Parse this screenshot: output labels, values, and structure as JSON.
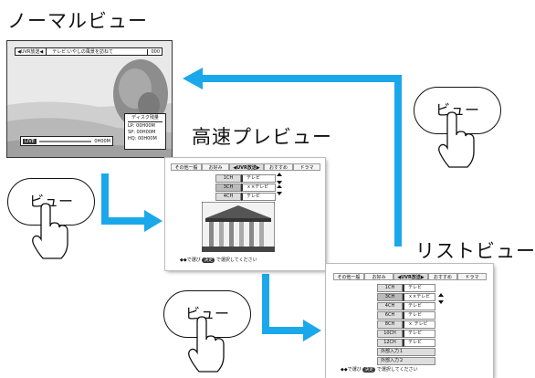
{
  "titles": {
    "normal": "ノーマルビュー",
    "fast": "高速プレビュー",
    "list": "リストビュー"
  },
  "button_label": "ビュー",
  "normal_view": {
    "channel_label": "◀UVR放送◀",
    "program": "テレビ:いやしの風景を訪ねて",
    "channel_num": "000",
    "disk_title": "ディスク残量",
    "disk_lines": [
      "LP: 00H00M",
      "SP: 00H00M",
      "HQ: 00H00M"
    ],
    "live_label": "LIVE",
    "time_label": "0H00M"
  },
  "fast_preview": {
    "tabs": [
      "その他一般",
      "お好み",
      "◀UVR放送▶",
      "おすすめ",
      "ドラマ"
    ],
    "rows": [
      {
        "ch": "1CH",
        "title": "テレビ"
      },
      {
        "ch": "3CH",
        "title": "ｘ×テレビ"
      },
      {
        "ch": "4CH",
        "title": "テレビ"
      }
    ],
    "hint_pre": "◆◆で選び",
    "hint_key": "決定",
    "hint_post": "で選択してください"
  },
  "list_view": {
    "tabs": [
      "その他一般",
      "お好み",
      "◀UVR放送▶",
      "おすすめ",
      "ドラマ"
    ],
    "rows": [
      {
        "ch": "1CH",
        "title": "テレビ"
      },
      {
        "ch": "3CH",
        "title": "ｘ×テレビ"
      },
      {
        "ch": "4CH",
        "title": "テレビ"
      },
      {
        "ch": "6CH",
        "title": "テレビ"
      },
      {
        "ch": "8CH",
        "title": "ｘ テレビ"
      },
      {
        "ch": "10CH",
        "title": "テレビ"
      },
      {
        "ch": "12CH",
        "title": "テレビ"
      }
    ],
    "extra_rows": [
      "外部入力１",
      "外部入力２"
    ],
    "hint_pre": "◆◆で選び",
    "hint_key": "決定",
    "hint_post": "で選択してください"
  },
  "colors": {
    "arrow": "#1aa8ea",
    "outline": "#111111"
  }
}
